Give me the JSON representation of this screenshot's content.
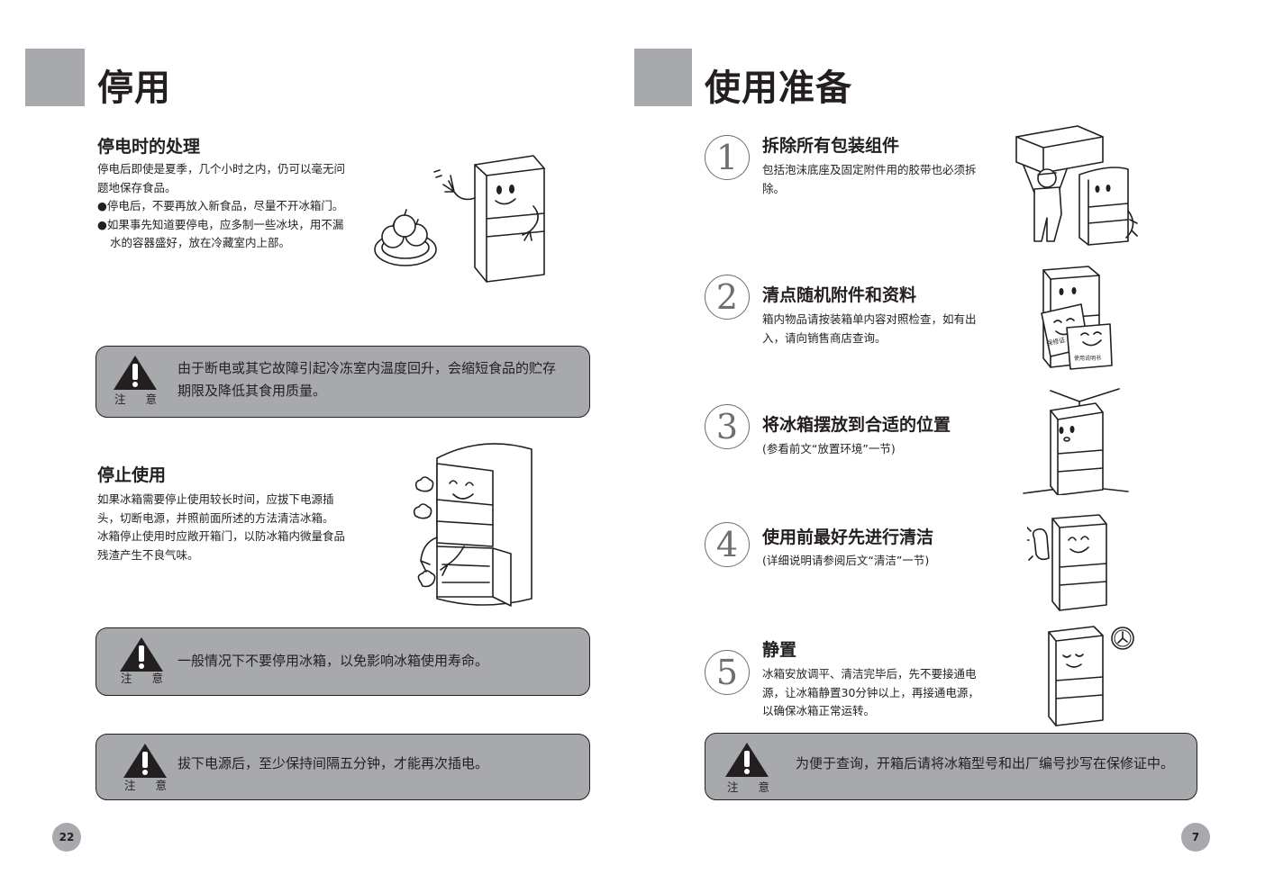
{
  "left_page": {
    "title": "停用",
    "section1": {
      "heading": "停电时的处理",
      "paragraph": "停电后即使是夏季，几个小时之内，仍可以毫无问题地保存食品。",
      "bullets": [
        "●停电后，不要再放入新食品，尽量不开冰箱门。",
        "●如果事先知道要停电，应多制一些冰块，用不漏水的容器盛好，放在冷藏室内上部。"
      ]
    },
    "notice1": {
      "label": "注意",
      "text": "由于断电或其它故障引起冷冻室内温度回升，会缩短食品的贮存期限及降低其食用质量。"
    },
    "section2": {
      "heading": "停止使用",
      "paragraph1": "如果冰箱需要停止使用较长时间，应拔下电源插头，切断电源，并照前面所述的方法清洁冰箱。",
      "paragraph2": "冰箱停止使用时应敞开箱门，以防冰箱内微量食品残渣产生不良气味。"
    },
    "notice2": {
      "label": "注意",
      "text": "一般情况下不要停用冰箱，以免影响冰箱使用寿命。"
    },
    "notice3": {
      "label": "注意",
      "text": "拔下电源后，至少保持间隔五分钟，才能再次插电。"
    },
    "page_number": "22"
  },
  "right_page": {
    "title": "使用准备",
    "steps": [
      {
        "number": "1",
        "title": "拆除所有包装组件",
        "text": "包括泡沫底座及固定附件用的胶带也必须拆除。"
      },
      {
        "number": "2",
        "title": "清点随机附件和资料",
        "text": "箱内物品请按装箱单内容对照检查，如有出入，请向销售商店查询。"
      },
      {
        "number": "3",
        "title": "将冰箱摆放到合适的位置",
        "text": "(参看前文“放置环境”一节)"
      },
      {
        "number": "4",
        "title": "使用前最好先进行清洁",
        "text": "(详细说明请参阅后文“清洁”一节)"
      },
      {
        "number": "5",
        "title": "静置",
        "text": "冰箱安放调平、清洁完毕后，先不要接通电源，让冰箱静置30分钟以上，再接通电源，以确保冰箱正常运转。"
      }
    ],
    "booklets": {
      "warranty": "保修证",
      "manual": "使用说明书"
    },
    "notice": {
      "label": "注意",
      "text": "为便于查询，开箱后请将冰箱型号和出厂编号抄写在保修证中。"
    },
    "page_number": "7"
  },
  "colors": {
    "gray": "#a7a9ac",
    "ink": "#231f20",
    "circle": "#6d6e71"
  },
  "icons": [
    "warning-triangle-icon",
    "clock-icon"
  ]
}
